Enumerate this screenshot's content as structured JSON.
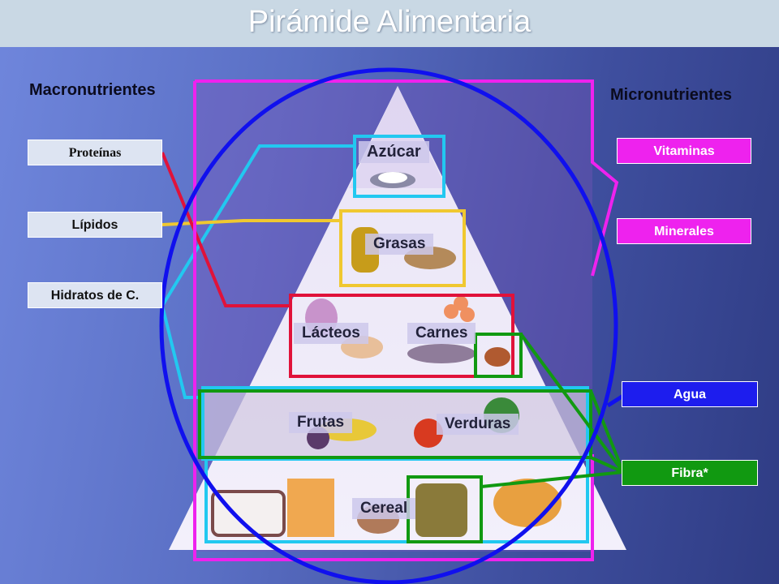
{
  "title": "Pirámide Alimentaria",
  "macro": {
    "heading": "Macronutrientes",
    "items": [
      "Proteínas",
      "Lípidos",
      "Hidratos de C."
    ]
  },
  "micro": {
    "heading": "Micronutrientes",
    "items": [
      "Vitaminas",
      "Minerales",
      "Agua",
      "Fibra*"
    ]
  },
  "pyramid": {
    "levels": {
      "azucar": "Azúcar",
      "grasas": "Grasas",
      "lacteos": "Lácteos",
      "carnes": "Carnes",
      "frutas": "Frutas",
      "verduras": "Verduras",
      "cereales": "Cereal"
    }
  },
  "colors": {
    "proteinas": "#e0123a",
    "lipidos": "#f0c830",
    "hidratos": "#22c8f0",
    "vitaminas_minerales": "#ee22ee",
    "agua": "#1010ee",
    "fibra": "#119911"
  }
}
